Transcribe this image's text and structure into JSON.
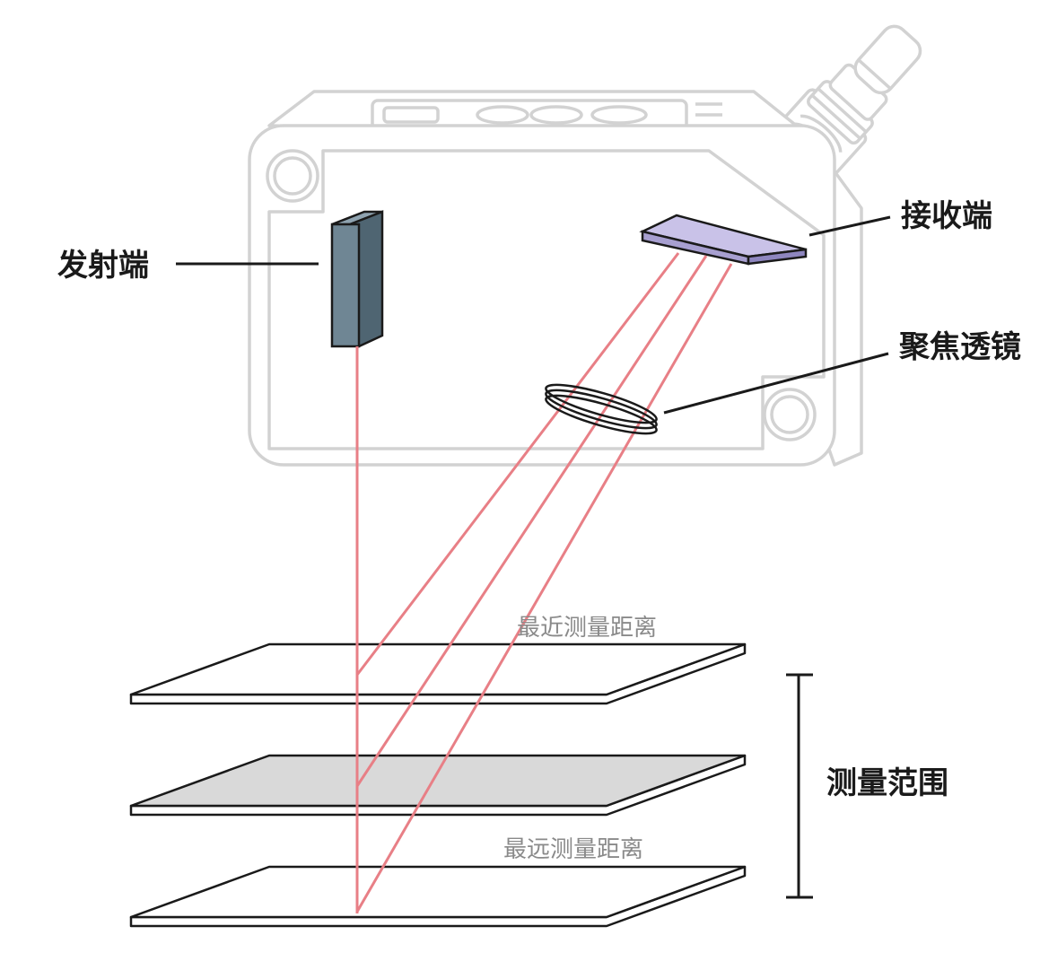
{
  "labels": {
    "emitter": "发射端",
    "receiver": "接收端",
    "focus_lens": "聚焦透镜",
    "nearest_distance": "最近测量距离",
    "farthest_distance": "最远测量距离",
    "measuring_range": "测量范围"
  },
  "colors": {
    "laser_beam": "#e87f86",
    "housing_outline": "#d2d2d2",
    "emitter_block": "#6f8694",
    "receiver_chip": "#c9c2e8",
    "middle_plate": "#d9d9d9",
    "text_bold": "#1a1a1a",
    "text_light": "#8a8a8a"
  },
  "icons": {
    "cable_connector": "cable-connector-icon",
    "mounting_hole": "mounting-hole-icon"
  }
}
